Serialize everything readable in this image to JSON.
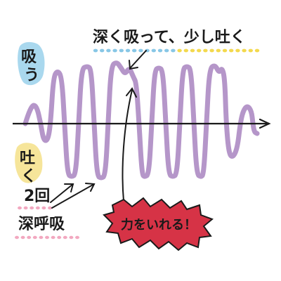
{
  "labels": {
    "top_note": "深く吸って、少し吐く",
    "inhale": [
      "吸",
      "う"
    ],
    "exhale": [
      "吐",
      "く"
    ],
    "twice": "2回",
    "deep_breath": "深呼吸",
    "effort": "力をいれる！"
  },
  "colors": {
    "wave": "#b596c9",
    "axis": "#1a1a1a",
    "inhale_blob": "#a9d8ee",
    "exhale_blob": "#f6e59a",
    "note_dots_blue": "#88c7e6",
    "note_dots_yellow": "#f3d94e",
    "pink_dots": "#f2a8c0",
    "burst_fill": "#d63346",
    "burst_stroke": "#1a1a1a"
  }
}
